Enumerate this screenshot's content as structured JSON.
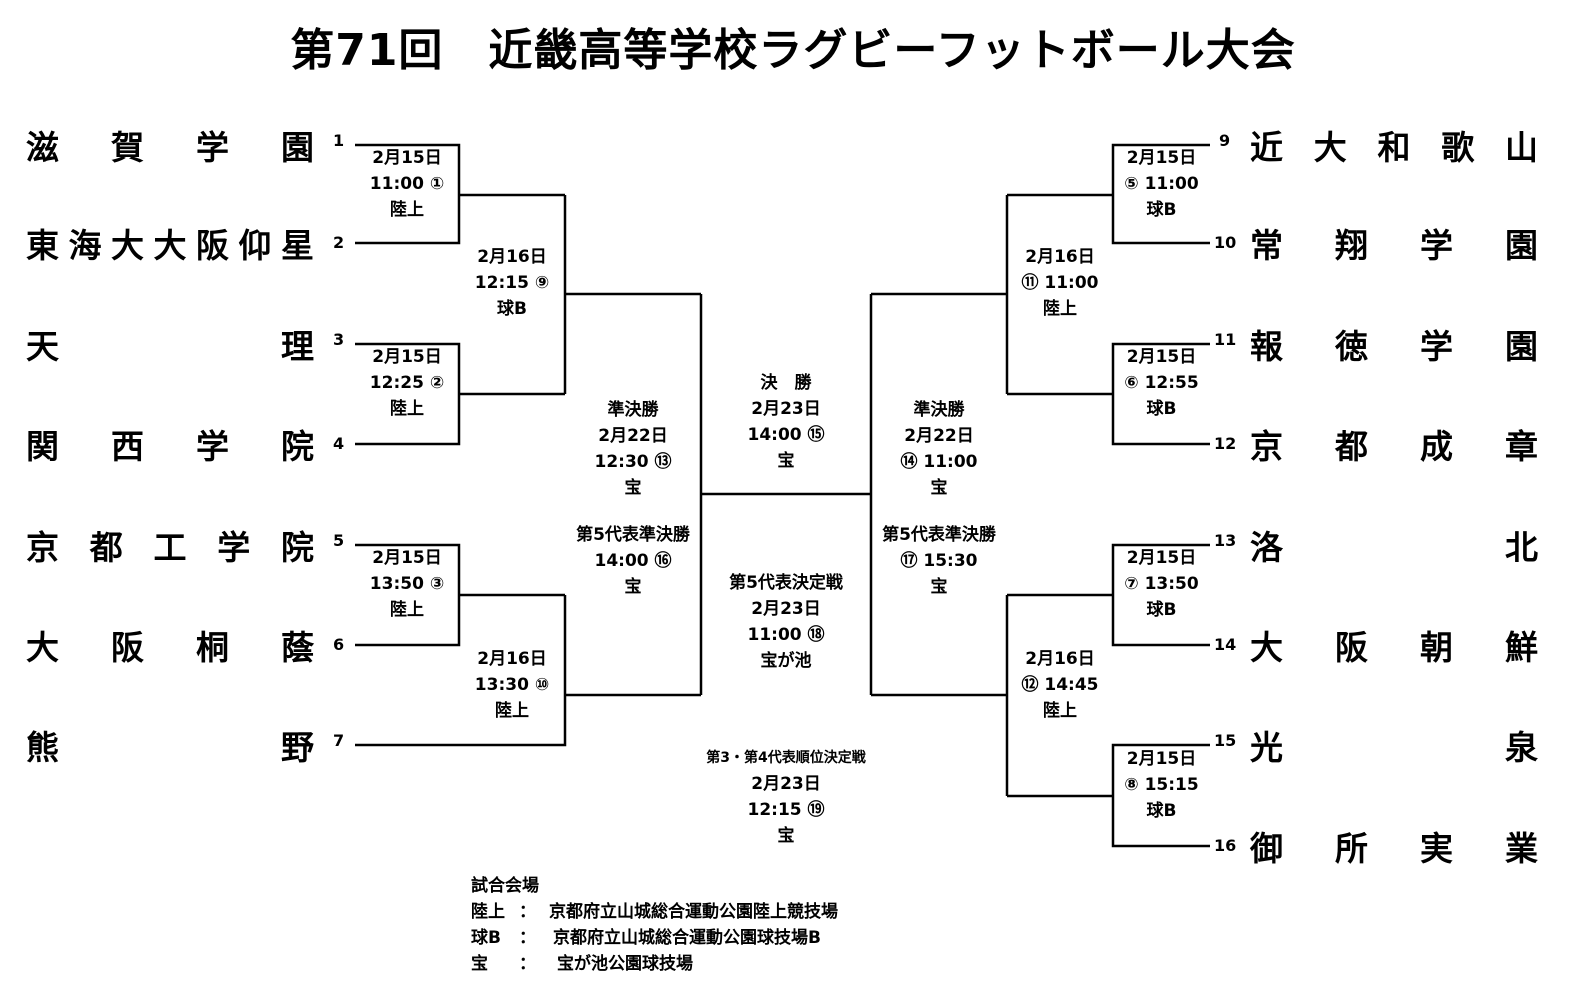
{
  "title": "第71回　近畿高等学校ラグビーフットボール大会",
  "left_teams": [
    {
      "seed": "1",
      "name": "滋賀学園"
    },
    {
      "seed": "2",
      "name": "東海大大阪仰星"
    },
    {
      "seed": "3",
      "name": "天理"
    },
    {
      "seed": "4",
      "name": "関西学院"
    },
    {
      "seed": "5",
      "name": "京都工学院"
    },
    {
      "seed": "6",
      "name": "大阪桐蔭"
    },
    {
      "seed": "7",
      "name": "熊野"
    }
  ],
  "right_teams": [
    {
      "seed": "9",
      "name": "近大和歌山"
    },
    {
      "seed": "10",
      "name": "常翔学園"
    },
    {
      "seed": "11",
      "name": "報徳学園"
    },
    {
      "seed": "12",
      "name": "京都成章"
    },
    {
      "seed": "13",
      "name": "洛北"
    },
    {
      "seed": "14",
      "name": "大阪朝鮮"
    },
    {
      "seed": "15",
      "name": "光泉"
    },
    {
      "seed": "16",
      "name": "御所実業"
    }
  ],
  "matches": {
    "m1": [
      "2月15日",
      "11:00 ①",
      "陸上"
    ],
    "m2": [
      "2月15日",
      "12:25 ②",
      "陸上"
    ],
    "m3": [
      "2月15日",
      "13:50 ③",
      "陸上"
    ],
    "m5": [
      "2月15日",
      "⑤ 11:00",
      "球B"
    ],
    "m6": [
      "2月15日",
      "⑥ 12:55",
      "球B"
    ],
    "m7": [
      "2月15日",
      "⑦ 13:50",
      "球B"
    ],
    "m8": [
      "2月15日",
      "⑧ 15:15",
      "球B"
    ],
    "m9": [
      "2月16日",
      "12:15 ⑨",
      "球B"
    ],
    "m10": [
      "2月16日",
      "13:30 ⑩",
      "陸上"
    ],
    "m11": [
      "2月16日",
      "⑪ 11:00",
      "陸上"
    ],
    "m12": [
      "2月16日",
      "⑫ 14:45",
      "陸上"
    ],
    "semi_left": [
      "準決勝",
      "2月22日",
      "12:30 ⑬",
      "宝"
    ],
    "semi_right": [
      "準決勝",
      "2月22日",
      "⑭ 11:00",
      "宝"
    ],
    "fifth_semi_left": [
      "第5代表準決勝",
      "14:00 ⑯",
      "宝"
    ],
    "fifth_semi_right": [
      "第5代表準決勝",
      "⑰ 15:30",
      "宝"
    ],
    "final": [
      "決　勝",
      "2月23日",
      "14:00 ⑮",
      "宝"
    ],
    "fifth_final": [
      "第5代表決定戦",
      "2月23日",
      "11:00 ⑱",
      "宝が池"
    ],
    "third_fourth": [
      "第3・第4代表順位決定戦",
      "2月23日",
      "12:15 ⑲",
      "宝"
    ]
  },
  "legend": {
    "heading": "試合会場",
    "rows": [
      {
        "key": "陸上",
        "sep": "：",
        "value": "京都府立山城総合運動公園陸上競技場"
      },
      {
        "key": "球B",
        "sep": "：",
        "value": "京都府立山城総合運動公園球技場B"
      },
      {
        "key": "宝",
        "sep": "：",
        "value": "宝が池公園球技場"
      }
    ]
  }
}
